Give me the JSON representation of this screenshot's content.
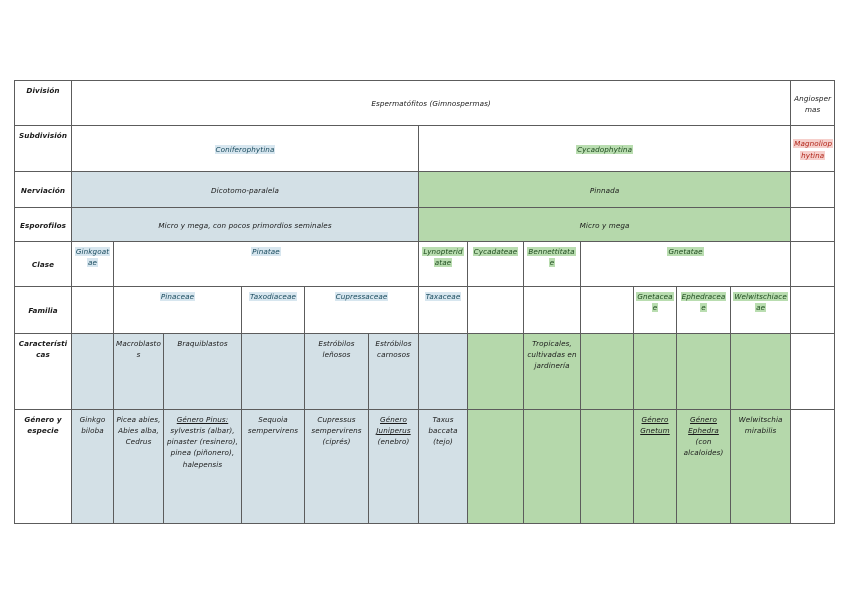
{
  "document": {
    "title": "Clasificación de Gimnospermas",
    "language": "es"
  },
  "colors": {
    "highlight_blue": "#d7e6ef",
    "highlight_green": "#b9ddb0",
    "highlight_pink": "#f6cfcb",
    "fill_blue": "#d3e0e6",
    "fill_green": "#b5d8ab",
    "text_blue": "#17495c",
    "text_green": "#1d4a1d",
    "text_red": "#b02418",
    "border": "#5c5c5c"
  },
  "row_labels": {
    "division": "División",
    "subdivision": "Subdivisión",
    "nerviacion": "Nerviación",
    "esporofilos": "Esporofilos",
    "clase": "Clase",
    "familia": "Familia",
    "caracteristicas": "Características",
    "genero_especie": "Género y especie"
  },
  "division": {
    "gimnospermas": "Espermatófitos (Gimnospermas)",
    "angiospermas": "Angiospermas"
  },
  "subdivision": {
    "coniferophytina": "Coniferophytina",
    "cycadophytina": "Cycadophytina",
    "magnoliophytina": "Magnoliophytina"
  },
  "nerviacion": {
    "coniferophytina": "Dicotomo-paralela",
    "cycadophytina": "Pinnada",
    "angiospermas": ""
  },
  "esporofilos": {
    "coniferophytina": "Micro y mega, con pocos primordios seminales",
    "cycadophytina": "Micro y mega",
    "angiospermas": ""
  },
  "clase": {
    "ginkgoatae": "Ginkgoatae",
    "pinatae": "Pinatae",
    "lynopteridatae": "Lynopteridatae",
    "cycadateae": "Cycadateae",
    "bennettitatae": "Bennettitatae",
    "gnetatae": "Gnetatae"
  },
  "familia": {
    "pinaceae": "Pinaceae",
    "taxodiaceae": "Taxodiaceae",
    "cupressaceae": "Cupressaceae",
    "taxaceae": "Taxaceae",
    "gnetaceae": "Gnetaceae",
    "ephedraceae": "Ephedraceae",
    "welwitschiaceae": "Welwitschiaceae"
  },
  "caracteristicas": {
    "macroblastos": "Macroblastos",
    "braquiblastos": "Braquiblastos",
    "estrobilos_lenosos": "Estróbilos leñosos",
    "estrobilos_carnosos": "Estróbilos carnosos",
    "cycadateae": "Tropicales, cultivadas en jardinería"
  },
  "genero_especie": {
    "ginkgo": "Ginkgo biloba",
    "pinaceae_otros": "Picea abies, Abies alba, Cedrus",
    "pinus_label": "Género Pinus:",
    "pinus_especies": " sylvestris (albar), pinaster (resinero), pinea (piñonero), halepensis",
    "sequoia": "Sequoia sempervirens",
    "cupressus": "Cupressus sempervirens (ciprés)",
    "juniperus_label": "Género Juniperus",
    "juniperus_nombre": " (enebro)",
    "taxus": "Taxus baccata (tejo)",
    "gnetum_label": "Género Gnetum",
    "ephedra_label": "Género Ephedra",
    "ephedra_nota": " (con alcaloides)",
    "welwitschia": "Welwitschia mirabilis"
  }
}
